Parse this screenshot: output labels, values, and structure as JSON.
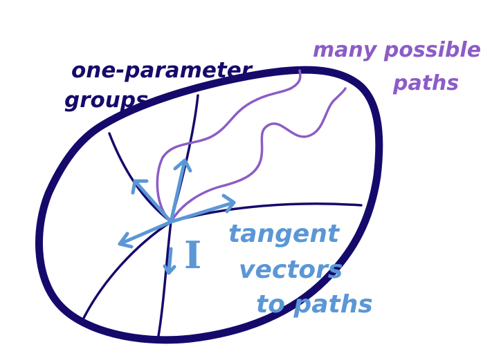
{
  "labels": {
    "one_param_line1": "one-parameter",
    "one_param_line2": "groups",
    "many_line1": "many possible",
    "many_line2": "paths",
    "tangent_line1": "tangent",
    "tangent_line2": "vectors",
    "tangent_line3": "to paths",
    "identity": "I"
  },
  "colors": {
    "navy": "#150a6b",
    "purple": "#8c5cc6",
    "blue": "#5a97d6",
    "background": "#ffffff"
  }
}
